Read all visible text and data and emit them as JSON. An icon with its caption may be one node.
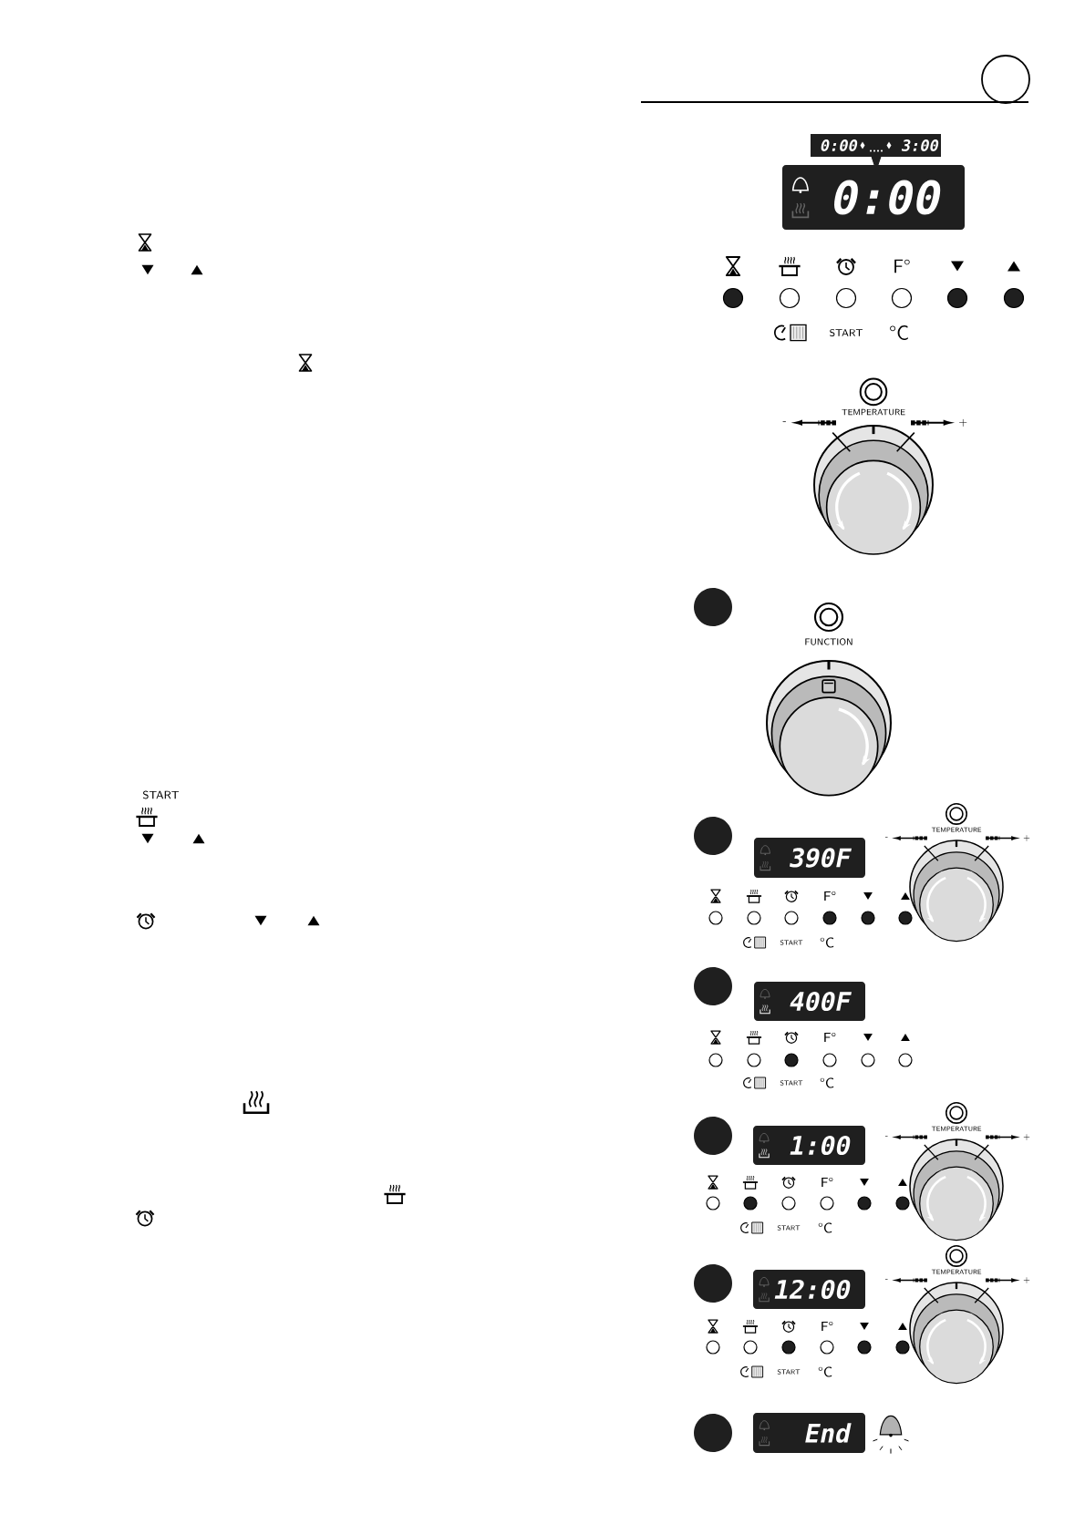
{
  "diagram": {
    "labels": [
      "START",
      "0:00",
      "3:00",
      "0:00",
      "F°",
      "START",
      "°C",
      "TEMPERATURE",
      "-",
      "+",
      "FUNCTION",
      "390F",
      "F°",
      "START",
      "°C",
      "TEMPERATURE",
      "-",
      "+",
      "400F",
      "F°",
      "START",
      "°C",
      "1:00",
      "F°",
      "START",
      "°C",
      "TEMPERATURE",
      "-",
      "+",
      "12:00",
      "F°",
      "START",
      "°C",
      "TEMPERATURE",
      "-",
      "+",
      "End"
    ]
  }
}
